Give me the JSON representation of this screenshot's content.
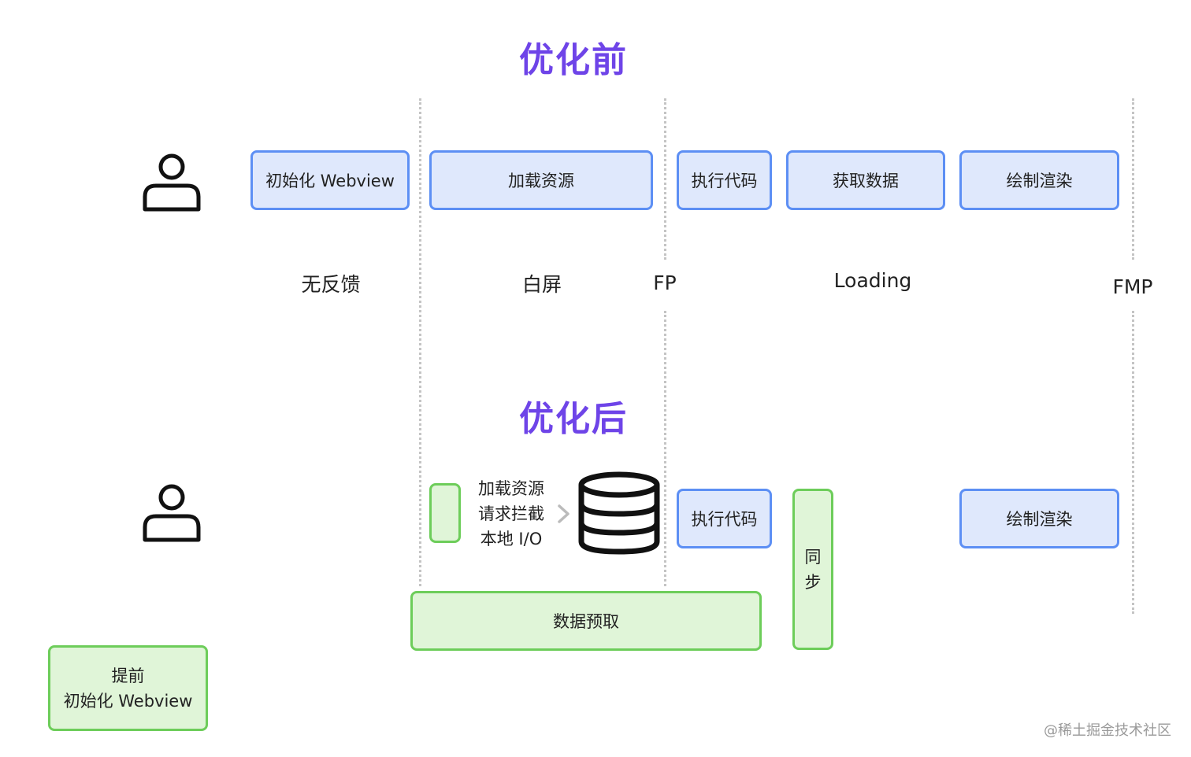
{
  "colors": {
    "title": "#6e44e8",
    "blue_fill": "#dfe8fc",
    "blue_border": "#5d8ff4",
    "green_fill": "#e0f5d8",
    "green_border": "#6dcd5a"
  },
  "before": {
    "title": "优化前",
    "steps": [
      "初始化 Webview",
      "加载资源",
      "执行代码",
      "获取数据",
      "绘制渲染"
    ],
    "phases": [
      "无反馈",
      "白屏",
      "Loading"
    ],
    "markers": [
      "FP",
      "FMP"
    ],
    "user_icon": "user-icon"
  },
  "after": {
    "title": "优化后",
    "intercept_lines": [
      "加载资源",
      "请求拦截",
      "本地 I/O"
    ],
    "exec_label": "执行代码",
    "render_label": "绘制渲染",
    "sync_chars": [
      "同",
      "步"
    ],
    "prefetch_label": "数据预取",
    "preinit_lines": [
      "提前",
      "初始化 Webview"
    ],
    "user_icon": "user-icon",
    "database_icon": "database-icon",
    "arrow_icon": "chevron-right-icon"
  },
  "watermark": "@稀土掘金技术社区"
}
